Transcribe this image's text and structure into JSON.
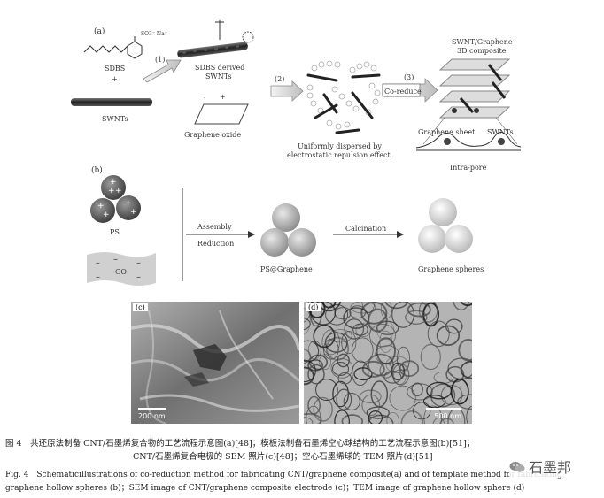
{
  "panel_a": {
    "label": "(a)",
    "sdbs": "SDBS",
    "plus": "+",
    "swnts": "SWNTs",
    "so3_label": "SO3⁻ Na⁺",
    "step1": "(1)",
    "sdbs_derived_line1": "SDBS derived",
    "sdbs_derived_line2": "SWNTs",
    "graphene_oxide": "Graphene oxide",
    "step2": "(2)",
    "dispersed_line1": "Uniformly dispersed by",
    "dispersed_line2": "electrostatic repulsion effect",
    "step3": "(3)",
    "co_reduce": "Co-reduce",
    "composite_line1": "SWNT/Graphene",
    "composite_line2": "3D composite",
    "graphene_sheet": "Graphene sheet",
    "swnts_label": "SWNTs",
    "intra_pore": "Intra-pore"
  },
  "panel_b": {
    "label": "(b)",
    "ps": "PS",
    "go": "GO",
    "assembly": "Assembly",
    "reduction": "Reduction",
    "ps_graphene": "PS@Graphene",
    "calcination": "Calcination",
    "graphene_spheres": "Graphene spheres"
  },
  "panel_c": {
    "label": "(c)",
    "scale": "200 nm"
  },
  "panel_d": {
    "label": "(d)",
    "scale": "500 nm"
  },
  "caption": {
    "cn_line1": "图 4　共还原法制备 CNT/石墨烯复合物的工艺流程示意图(a)[48]；模板法制备石墨烯空心球结构的工艺流程示意图(b)[51]；",
    "cn_line2": "CNT/石墨烯复合电极的 SEM 照片(c)[48]；空心石墨烯球的 TEM 照片(d)[51]",
    "en_line1": "Fig. 4　Schematicillustrations of co-reduction method for fabricating CNT/graphene composite(a) and of template method for fabricating",
    "en_line2": "graphene hollow spheres (b)；SEM image of CNT/graphene composite electrode (c)；TEM image of graphene hollow sphere (d)"
  },
  "watermark": "石墨邦"
}
